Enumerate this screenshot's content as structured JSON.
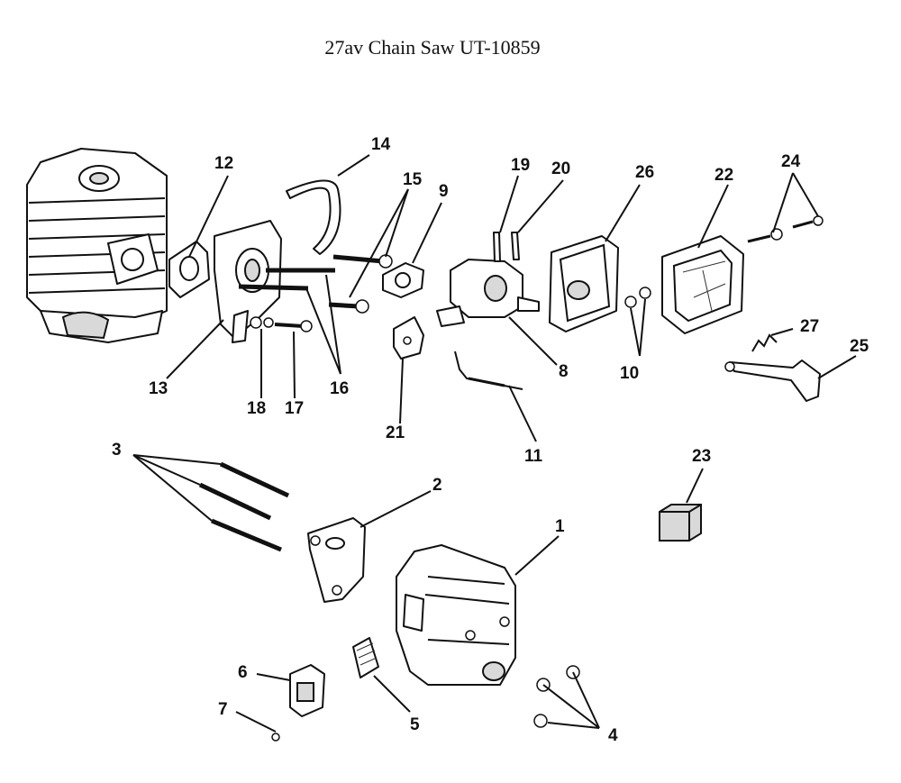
{
  "title": "27av Chain Saw UT-10859",
  "callouts": {
    "c1": "1",
    "c2": "2",
    "c3": "3",
    "c4": "4",
    "c5": "5",
    "c6": "6",
    "c7": "7",
    "c8": "8",
    "c9": "9",
    "c10": "10",
    "c11": "11",
    "c12": "12",
    "c13": "13",
    "c14": "14",
    "c15": "15",
    "c16": "16",
    "c17": "17",
    "c18": "18",
    "c19": "19",
    "c20": "20",
    "c21": "21",
    "c22": "22",
    "c23": "23",
    "c24": "24",
    "c25": "25",
    "c26": "26",
    "c27": "27"
  }
}
